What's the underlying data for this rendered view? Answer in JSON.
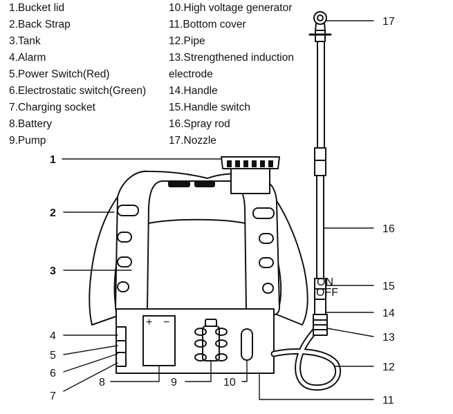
{
  "legend_left": [
    "1.Bucket lid",
    "2.Back Strap",
    "3.Tank",
    "4.Alarm",
    "5.Power Switch(Red)",
    "6.Electrostatic switch(Green)",
    "7.Charging socket",
    "8.Battery",
    "9.Pump"
  ],
  "legend_right": [
    "10.High voltage generator",
    "11.Bottom cover",
    "12.Pipe",
    "13.Strengthened induction",
    "electrode",
    "14.Handle",
    "15.Handle switch",
    "16.Spray rod",
    "17.Nozzle"
  ],
  "callouts": {
    "n1": "1",
    "n2": "2",
    "n3": "3",
    "n4": "4",
    "n5": "5",
    "n6": "6",
    "n7": "7",
    "n8": "8",
    "n9": "9",
    "n10": "10",
    "n11": "11",
    "n12": "12",
    "n13": "13",
    "n14": "14",
    "n15": "15",
    "n16": "16",
    "n17": "17"
  },
  "battery_signs": {
    "plus": "+",
    "minus": "−"
  },
  "switch_labels": {
    "on": "ON",
    "off": "OFF"
  }
}
